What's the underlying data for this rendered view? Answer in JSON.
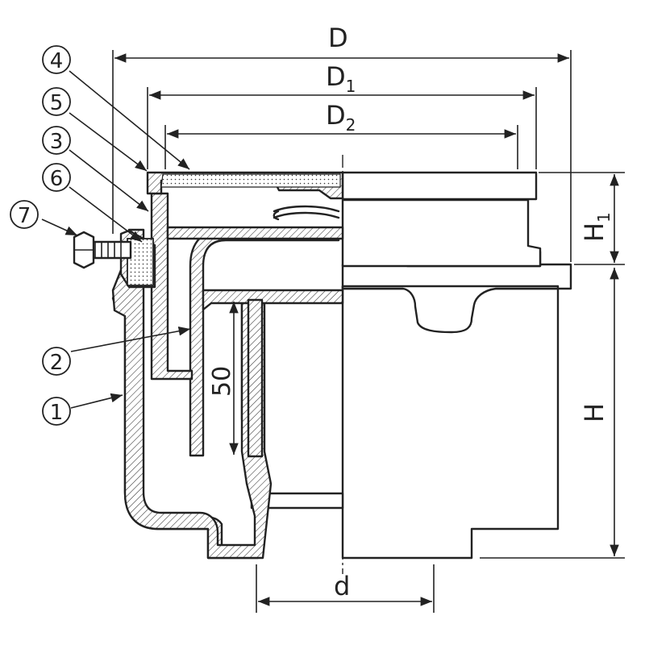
{
  "dimensions": {
    "D": "D",
    "D1": "D",
    "D1_sub": "1",
    "D2": "D",
    "D2_sub": "2",
    "H": "H",
    "H1": "H",
    "H1_sub": "1",
    "d": "d",
    "inner_depth": "50"
  },
  "parts": {
    "p1": "1",
    "p2": "2",
    "p3": "3",
    "p4": "4",
    "p5": "5",
    "p6": "6",
    "p7": "7"
  },
  "colors": {
    "line": "#222222",
    "background": "#ffffff"
  }
}
